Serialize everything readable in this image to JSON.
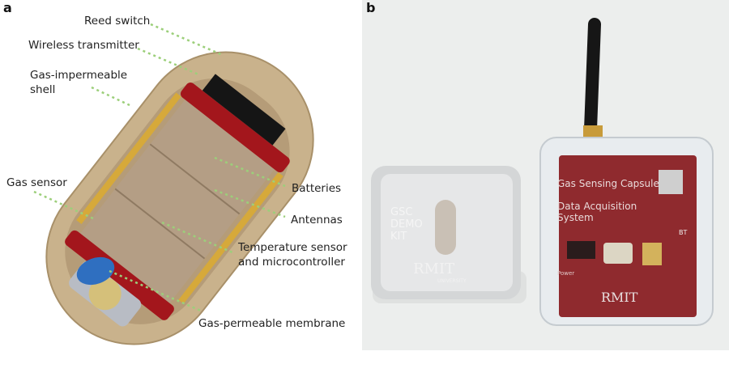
{
  "panel_a": {
    "letter": "a",
    "labels": {
      "reed_switch": "Reed switch",
      "wireless_transmitter": "Wireless transmitter",
      "shell_line1": "Gas-impermeable",
      "shell_line2": "shell",
      "gas_sensor": "Gas sensor",
      "batteries": "Batteries",
      "antennas": "Antennas",
      "temp_line1": "Temperature sensor",
      "temp_line2": "and microcontroller",
      "membrane": "Gas-permeable membrane"
    },
    "colors": {
      "shell": "#c8b08a",
      "board": "#a3161c",
      "leader": "#9ccf7a",
      "membrane": "#2f6fc0"
    }
  },
  "panel_b": {
    "letter": "b",
    "demo_kit": {
      "line1": "GSC",
      "line2": "DEMO",
      "line3": "KIT",
      "logo": "RMIT",
      "logo_sub": "UNIVERSITY"
    },
    "board": {
      "line1": "Gas Sensing Capsule",
      "line2": "Data Acquisition",
      "line3": "System",
      "power": "Power",
      "bt": "BT",
      "logo": "RMIT"
    }
  }
}
